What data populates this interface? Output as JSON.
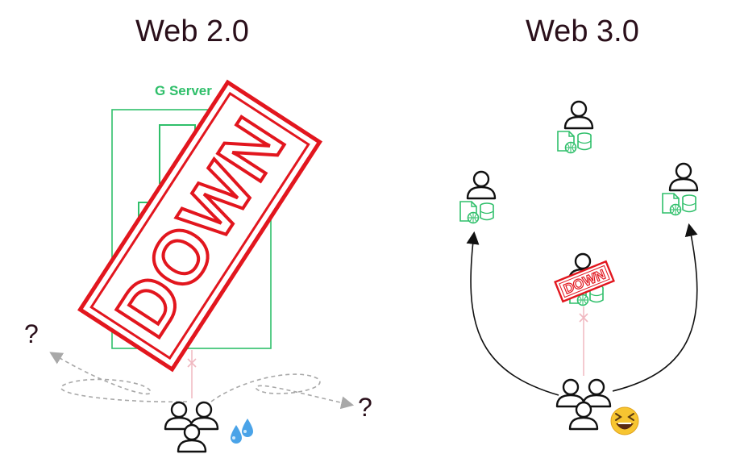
{
  "left": {
    "title": "Web 2.0",
    "server_label": "G Server",
    "stamp": "DOWN",
    "question_marks": [
      "?",
      "?"
    ]
  },
  "right": {
    "title": "Web 3.0",
    "stamp": "DOWN"
  },
  "colors": {
    "green": "#2fbf6a",
    "red": "#e2161e",
    "dark": "#2a0f1a",
    "dash": "#a8a8a8"
  },
  "icons": [
    "person-icon",
    "group-icon",
    "document-icon",
    "globe-icon",
    "database-icon",
    "sweat-drops-emoji",
    "laughing-face-emoji"
  ]
}
